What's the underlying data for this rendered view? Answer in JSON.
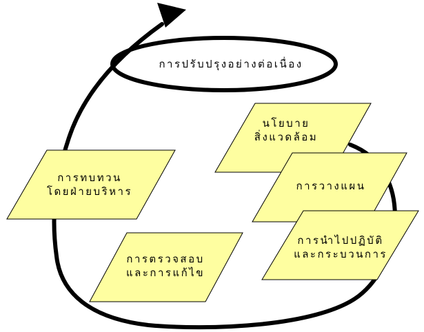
{
  "colors": {
    "box_fill": "#fefea0",
    "stroke": "#000000",
    "background": "#ffffff"
  },
  "loop_label": "การปรับปรุงอย่างต่อเนื่อง",
  "boxes": {
    "policy": {
      "line1": "นโยบาย",
      "line2": "สิ่งแวดล้อม"
    },
    "planning": {
      "line1": "การวางแผน"
    },
    "implementation": {
      "line1": "การนำไปปฏิบัติ",
      "line2": "และกระบวนการ"
    },
    "checking": {
      "line1": "การตรวจสอบ",
      "line2": "และการแก้ไข"
    },
    "review": {
      "line1": "การทบทวน",
      "line2": "โดยฝ่ายบริหาร"
    }
  }
}
